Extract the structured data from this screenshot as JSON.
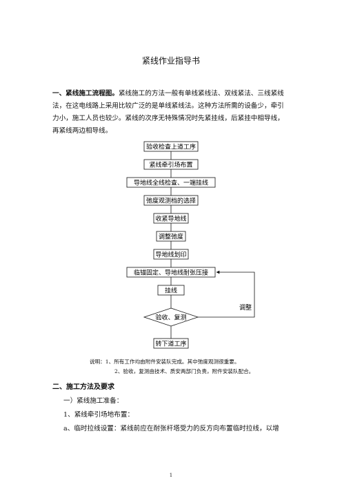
{
  "document": {
    "title": "紧线作业指导书",
    "section1": {
      "heading": "一、紧线施工流程图。",
      "line1": "紧线施工的方法一般有单线紧线法、双线紧法、三线紧线",
      "line2": "法，在这电线路上采用比较广泛的是单线紧线法。这种方法所需的设备少，牵引",
      "line3": "力小，施工人员也较少。紧线的次序无特殊情况时先紧挂线，后紧挂中相导线，",
      "line4": "再紧线两边相导线。"
    },
    "flowchart": {
      "steps": [
        "验收检查上道工序",
        "紧线牵引场布置",
        "导地线全线检查、一端挂线",
        "弛度观测档的选择",
        "收紧导地线",
        "调整弛度",
        "导地线划印",
        "临锚固定、导地线耐张压接",
        "挂线"
      ],
      "decision": "验收、复测",
      "loop_label": "调整",
      "end": "转下道工序"
    },
    "notes": {
      "note1": "说明：1、所有工作均由附件安装队完成。其中弛度观测很重要。",
      "note2": "2、验收，复测由技术、质安两部门负责，附件安装队配合。"
    },
    "section2": {
      "heading": "二、施工方法及要求",
      "item1": "一）紧线施工准备：",
      "item2": "1、紧线牵引场地布置：",
      "item3": "a、临时拉线设置：紧线前应在耐张杆塔受力的反方向布置临时拉线，以增"
    },
    "page_number": "1"
  }
}
